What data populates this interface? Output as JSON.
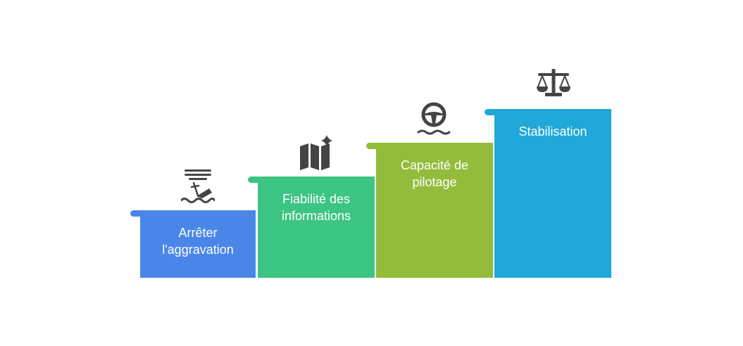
{
  "steps": [
    {
      "label_lines": [
        "Arrêter",
        "l'aggravation"
      ],
      "color": "#4a86e8",
      "icon": "capsized-boat-icon"
    },
    {
      "label_lines": [
        "Fiabilité des",
        "informations"
      ],
      "color": "#3cc483",
      "icon": "map-sparkle-icon"
    },
    {
      "label_lines": [
        "Capacité de",
        "pilotage"
      ],
      "color": "#92bc3a",
      "icon": "steering-wheel-icon"
    },
    {
      "label_lines": [
        "Stabilisation"
      ],
      "color": "#1fa8d8",
      "icon": "balance-scale-icon"
    }
  ],
  "icon_color": "#444444"
}
